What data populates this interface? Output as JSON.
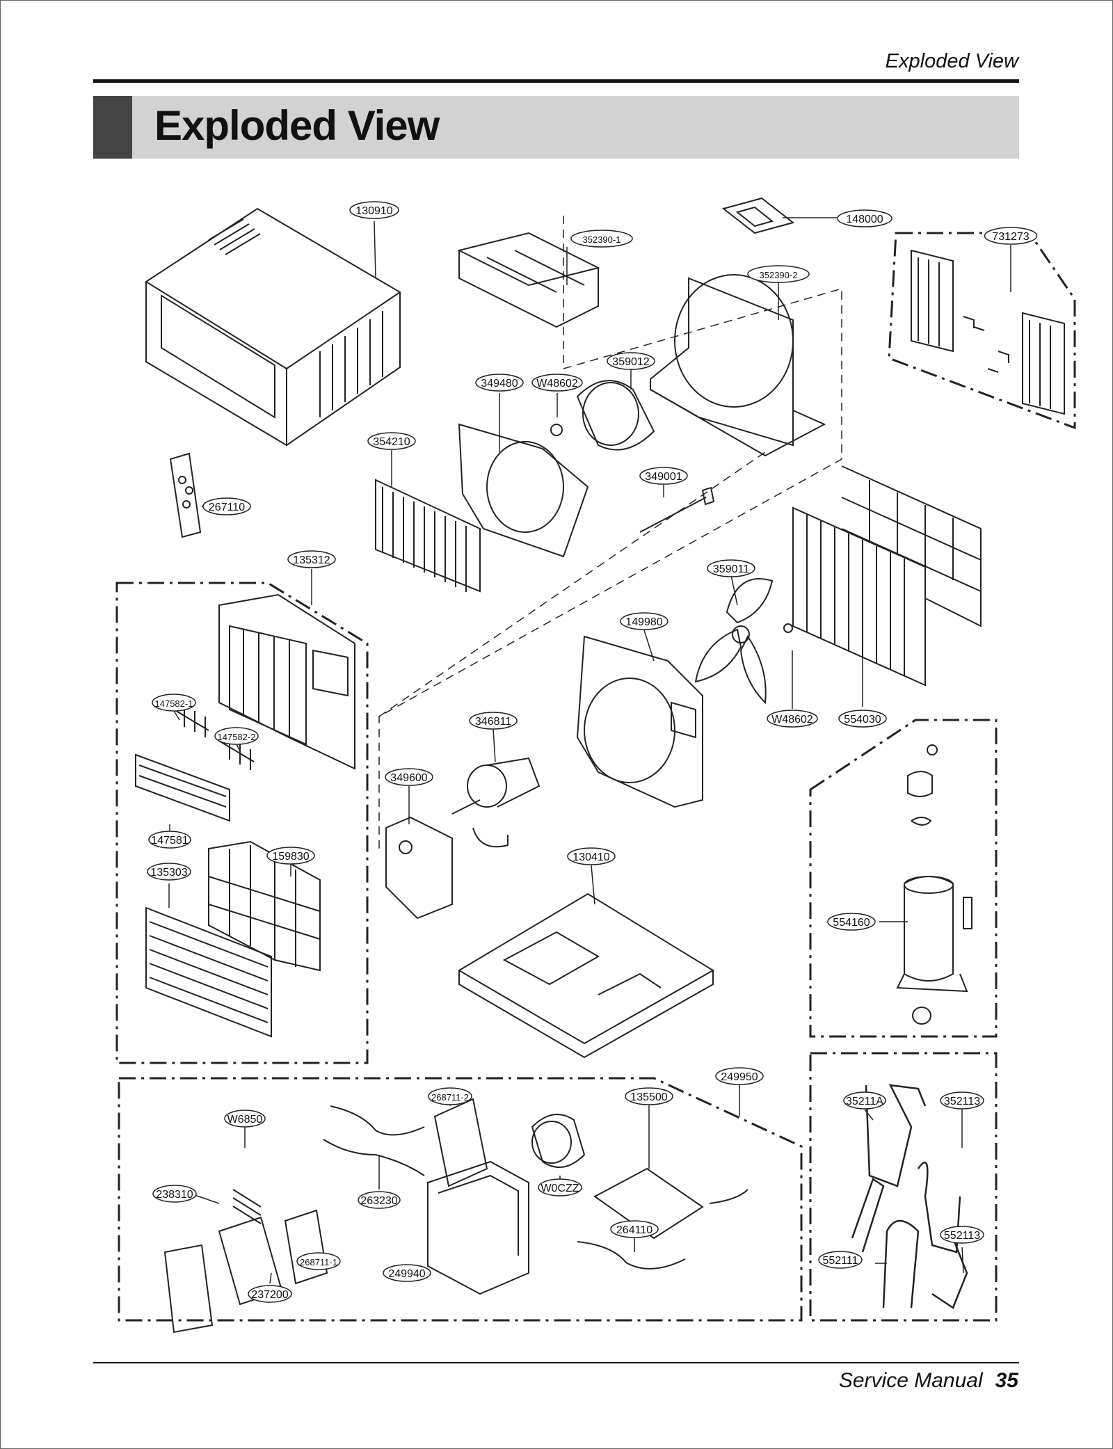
{
  "running_head": "Exploded View",
  "title": "Exploded View",
  "footer": {
    "label": "Service Manual",
    "page": "35"
  },
  "callouts": [
    {
      "id": "c1",
      "label": "130910"
    },
    {
      "id": "c2",
      "label": "352390-1"
    },
    {
      "id": "c3",
      "label": "148000"
    },
    {
      "id": "c4",
      "label": "731273"
    },
    {
      "id": "c5",
      "label": "352390-2"
    },
    {
      "id": "c6",
      "label": "359012"
    },
    {
      "id": "c7",
      "label": "349480"
    },
    {
      "id": "c8",
      "label": "W48602"
    },
    {
      "id": "c9",
      "label": "354210"
    },
    {
      "id": "c10",
      "label": "349001"
    },
    {
      "id": "c11",
      "label": "267110"
    },
    {
      "id": "c12",
      "label": "135312"
    },
    {
      "id": "c13",
      "label": "359011"
    },
    {
      "id": "c14",
      "label": "149980"
    },
    {
      "id": "c15",
      "label": "147582-1"
    },
    {
      "id": "c16",
      "label": "147582-2"
    },
    {
      "id": "c17",
      "label": "346811"
    },
    {
      "id": "c18",
      "label": "W48602"
    },
    {
      "id": "c19",
      "label": "554030"
    },
    {
      "id": "c20",
      "label": "349600"
    },
    {
      "id": "c21",
      "label": "147581"
    },
    {
      "id": "c22",
      "label": "159830"
    },
    {
      "id": "c23",
      "label": "130410"
    },
    {
      "id": "c24",
      "label": "135303"
    },
    {
      "id": "c25",
      "label": "554160"
    },
    {
      "id": "c26",
      "label": "249950"
    },
    {
      "id": "c27",
      "label": "268711-2"
    },
    {
      "id": "c28",
      "label": "135500"
    },
    {
      "id": "c29",
      "label": "35211A"
    },
    {
      "id": "c30",
      "label": "352113"
    },
    {
      "id": "c31",
      "label": "W6850"
    },
    {
      "id": "c32",
      "label": "W0CZZ"
    },
    {
      "id": "c33",
      "label": "263230"
    },
    {
      "id": "c34",
      "label": "238310"
    },
    {
      "id": "c35",
      "label": "264110"
    },
    {
      "id": "c36",
      "label": "552113"
    },
    {
      "id": "c37",
      "label": "552111"
    },
    {
      "id": "c38",
      "label": "268711-1"
    },
    {
      "id": "c39",
      "label": "249940"
    },
    {
      "id": "c40",
      "label": "237200"
    }
  ]
}
